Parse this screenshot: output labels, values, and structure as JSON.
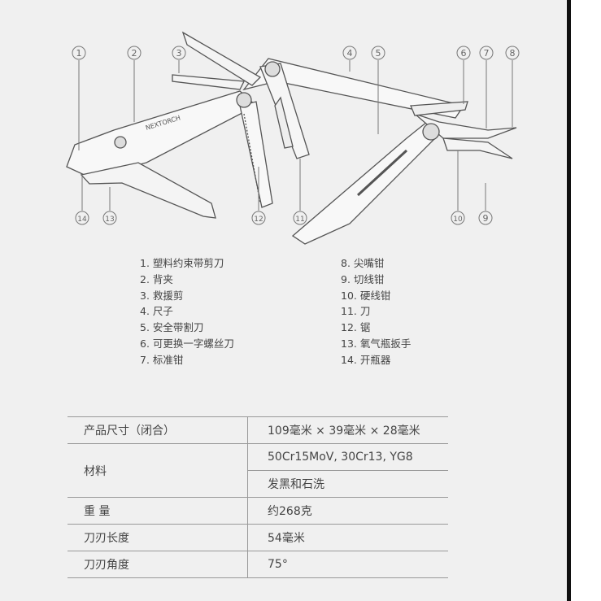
{
  "brand_on_tool": "NEXTORCH",
  "callouts": [
    "1",
    "2",
    "3",
    "4",
    "5",
    "6",
    "7",
    "8",
    "9",
    "10",
    "11",
    "12",
    "13",
    "14"
  ],
  "legend": {
    "left": [
      "1. 塑料约束带剪刀",
      "2. 背夹",
      "3. 救援剪",
      "4. 尺子",
      "5. 安全带割刀",
      "6. 可更换一字螺丝刀",
      "7. 标准钳"
    ],
    "right": [
      "8. 尖嘴钳",
      "9. 切线钳",
      "10. 硬线钳",
      "11. 刀",
      "12. 锯",
      "13. 氧气瓶扳手",
      "14. 开瓶器"
    ]
  },
  "specs": {
    "size_label": "产品尺寸（闭合）",
    "size_value": "109毫米 × 39毫米 × 28毫米",
    "material_label": "材料",
    "material_value_1": "50Cr15MoV, 30Cr13, YG8",
    "material_value_2": "发黑和石洗",
    "weight_label": "重 量",
    "weight_value": "约268克",
    "blade_length_label": "刀刃长度",
    "blade_length_value": "54毫米",
    "blade_angle_label": "刀刃角度",
    "blade_angle_value": "75°"
  }
}
